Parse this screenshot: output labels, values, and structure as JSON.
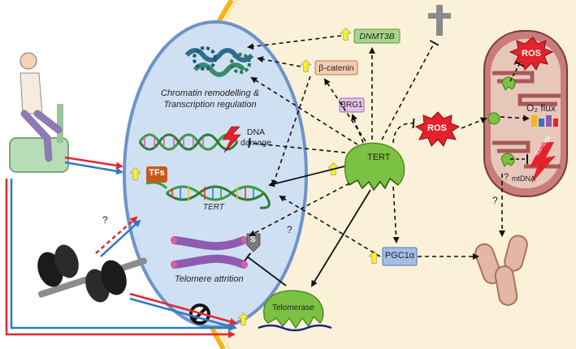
{
  "labels": {
    "chromatin": "Chromatin remodelling &\nTranscription regulation",
    "dna_damage": "DNA\ndamage",
    "tfs": "TFs",
    "tert_gene": "TERT",
    "telomere_attrition": "Telomere attrition",
    "s_marker": "S",
    "tert_protein": "TERT",
    "telomerase": "Telomerase",
    "dnmt3b": "DNMT3B",
    "beta_catenin": "β-catenin",
    "brg1": "BRG1",
    "ros_center": "ROS",
    "ros_mito": "ROS",
    "o2_flux": "O₂ flux",
    "mtdna": "mtDNA",
    "mito_damage": "damage",
    "pgc1a": "PGC1α",
    "q1": "?",
    "q2": "?",
    "q3": "?",
    "q4": "?"
  },
  "colors": {
    "cytoplasm": "#fbf1d9",
    "nucleus": "#cfe0f3",
    "nucleus_border": "#6d93c9",
    "membrane": "#f2b51a",
    "up_arrow": "#f5f21e",
    "tert_green": "#7cc242",
    "ros_red": "#e3222b",
    "exercise_red": "#e5262b",
    "exercise_blue": "#2e79c7"
  },
  "icons": [
    "exercise-bike-person-icon",
    "dumbbell-icon",
    "prohibition-icon",
    "cross-icon",
    "mitochondrion-icon"
  ]
}
